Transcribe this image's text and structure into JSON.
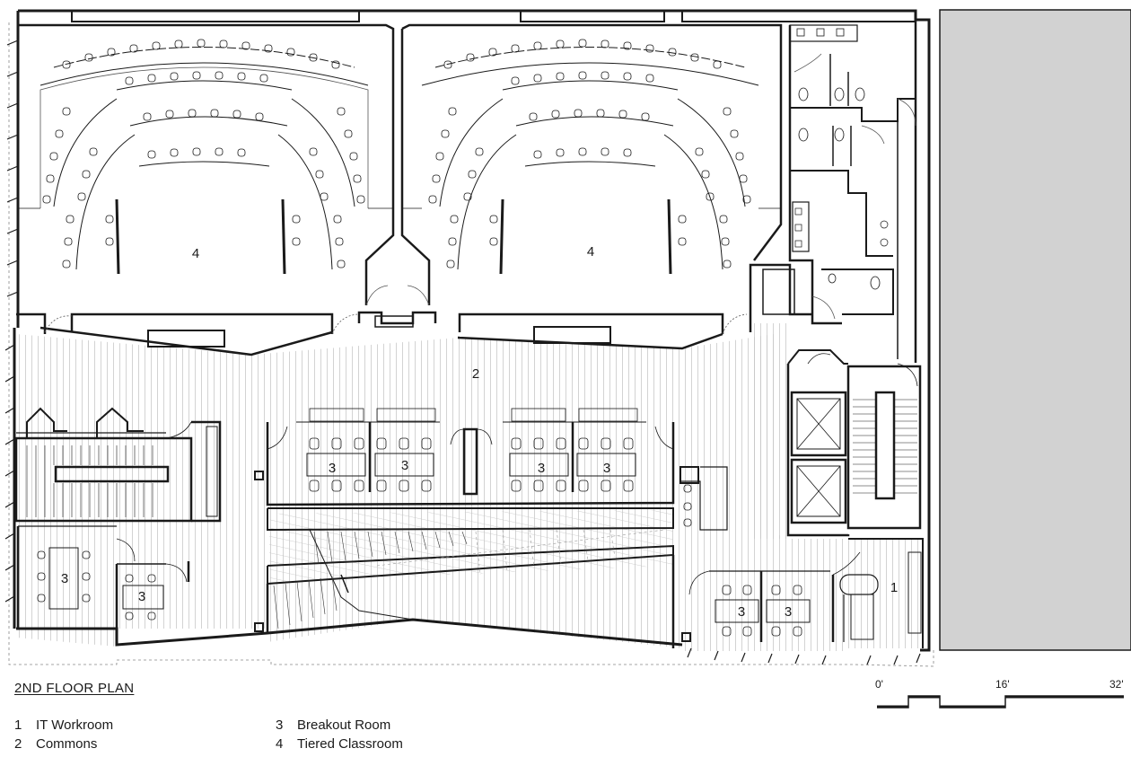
{
  "plan": {
    "title": "2ND FLOOR PLAN",
    "legend": [
      {
        "num": "1",
        "label": "IT Workroom"
      },
      {
        "num": "2",
        "label": "Commons"
      },
      {
        "num": "3",
        "label": "Breakout Room"
      },
      {
        "num": "4",
        "label": "Tiered Classroom"
      }
    ],
    "room_tags": {
      "classroom_left": "4",
      "classroom_right": "4",
      "commons": "2",
      "breakout_a": "3",
      "breakout_b": "3",
      "breakout_c": "3",
      "breakout_d": "3",
      "breakout_e": "3",
      "breakout_f": "3",
      "breakout_g": "3",
      "breakout_h": "3",
      "it_workroom": "1"
    },
    "scale_bar": {
      "zero": "0'",
      "mid": "16'",
      "end": "32'"
    }
  },
  "colors": {
    "line": "#1a1a1a",
    "floor_hatch": "#c8c8c8",
    "adjacent_building": "#d2d2d2"
  }
}
